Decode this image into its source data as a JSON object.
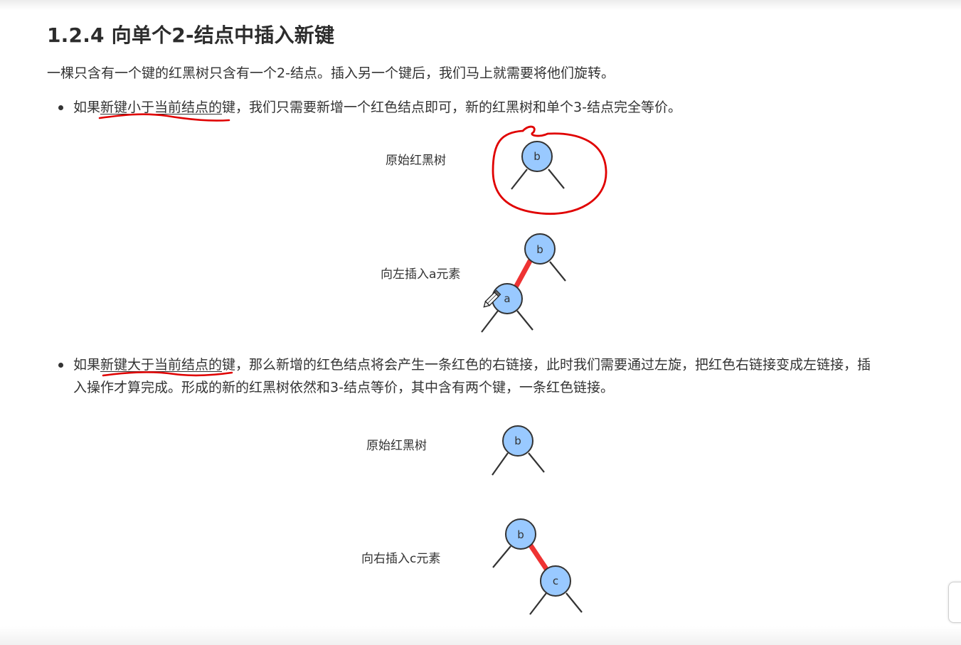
{
  "section": {
    "title": "1.2.4 向单个2-结点中插入新键",
    "intro": "一棵只含有一个键的红黑树只含有一个2-结点。插入另一个键后，我们马上就需要将他们旋转。"
  },
  "bullets": [
    {
      "prefix": "如果",
      "keyword": "新键小于当前结点的",
      "suffix": "键，我们只需要新增一个红色结点即可，新的红黑树和单个3-结点完全等价。"
    },
    {
      "prefix": "如果",
      "keyword": "新键大于当前结点的",
      "suffix": "键，那么新增的红色结点将会产生一条红色的右链接，此时我们需要通过左旋，把红色右链接变成左链接，插入操作才算完成。形成的新的红黑树依然和3-结点等价，其中含有两个键，一条红色链接。"
    }
  ],
  "diagrams": {
    "left_insert": {
      "original_label": "原始红黑树",
      "insert_label": "向左插入a元素",
      "root_key": "b",
      "new_key": "a"
    },
    "right_insert": {
      "original_label": "原始红黑树",
      "insert_label": "向右插入c元素",
      "root_key": "b",
      "new_key": "c"
    }
  },
  "colors": {
    "node_fill": "#99c9ff",
    "node_stroke": "#333333",
    "red_link": "#ee3333",
    "annotation": "#e00000",
    "text": "#333333"
  },
  "icons": {
    "cursor": "pencil-cursor-icon"
  }
}
